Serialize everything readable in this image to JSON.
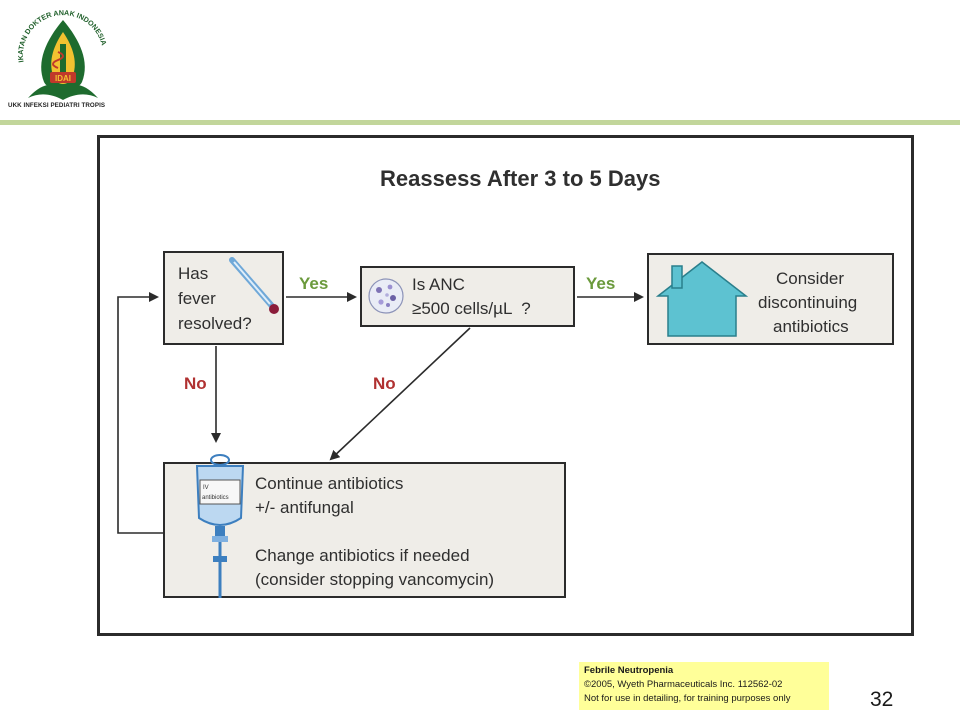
{
  "header": {
    "logo_ring_text": "IKATAN DOKTER ANAK INDONESIA",
    "logo_badge_text": "IDAI",
    "logo_caption": "UKK INFEKSI PEDIATRI TROPIS",
    "rule_color": "#c2d69b"
  },
  "flowchart": {
    "title": "Reassess After 3 to 5 Days",
    "fever_box": {
      "line1": "Has",
      "line2": "fever",
      "line3": "resolved?",
      "icon": "thermometer-icon"
    },
    "anc_box": {
      "line1": "Is ANC",
      "line2": "≥500 cells/µL  ?",
      "icon": "blood-cell-icon"
    },
    "discontinue_box": {
      "line1": "Consider",
      "line2": "discontinuing",
      "line3": "antibiotics",
      "icon": "house-icon"
    },
    "continue_box": {
      "line1": "Continue antibiotics",
      "line2": "+/- antifungal",
      "line3": "Change antibiotics if needed",
      "line4": "(consider stopping vancomycin)",
      "icon": "iv-bag-icon",
      "iv_label_1": "IV",
      "iv_label_2": "antibiotics"
    },
    "yes_label_1": "Yes",
    "yes_label_2": "Yes",
    "no_label_1": "No",
    "no_label_2": "No",
    "colors": {
      "yes": "#6b9a3c",
      "no": "#b03131",
      "box_fill": "#efede8"
    }
  },
  "footer": {
    "note_title": "Febrile Neutropenia",
    "note_line1": "©2005, Wyeth Pharmaceuticals Inc. 112562-02",
    "note_line2": "Not for use in detailing, for training purposes only",
    "slide_number": "32"
  }
}
